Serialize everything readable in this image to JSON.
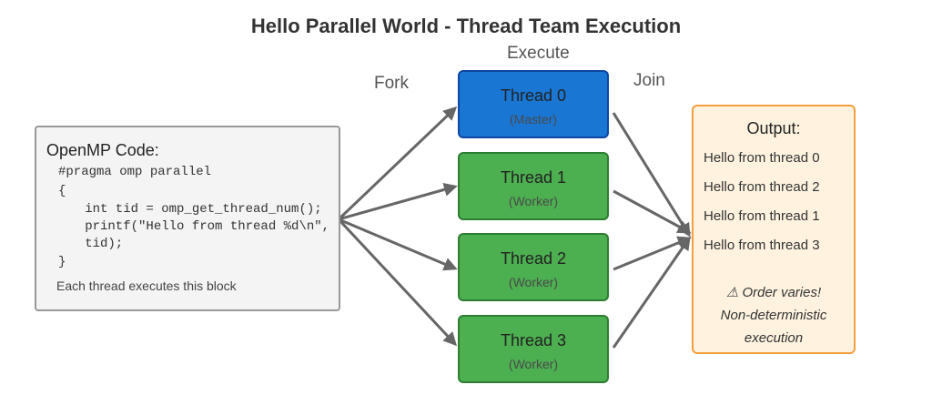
{
  "title": "Hello Parallel World - Thread Team Execution",
  "labels": {
    "fork": "Fork",
    "execute": "Execute",
    "join": "Join"
  },
  "code": {
    "title": "OpenMP Code:",
    "lines": [
      "#pragma omp parallel",
      "{",
      "   int tid = omp_get_thread_num();",
      "   printf(\"Hello from thread %d\\n\",",
      "   tid);",
      "}"
    ],
    "note": "Each thread executes this block"
  },
  "threads": [
    {
      "name": "Thread 0",
      "role": "(Master)"
    },
    {
      "name": "Thread 1",
      "role": "(Worker)"
    },
    {
      "name": "Thread 2",
      "role": "(Worker)"
    },
    {
      "name": "Thread 3",
      "role": "(Worker)"
    }
  ],
  "output": {
    "title": "Output:",
    "lines": [
      "Hello from thread 0",
      "Hello from thread 2",
      "Hello from thread 1",
      "Hello from thread 3"
    ],
    "warning": [
      "⚠ Order varies!",
      "Non-deterministic",
      "execution"
    ]
  },
  "colors": {
    "master": "#1976d2",
    "worker": "#4caf50",
    "output_bg": "#fff3e0",
    "output_border": "#f59e3c",
    "arrow": "#666666"
  }
}
